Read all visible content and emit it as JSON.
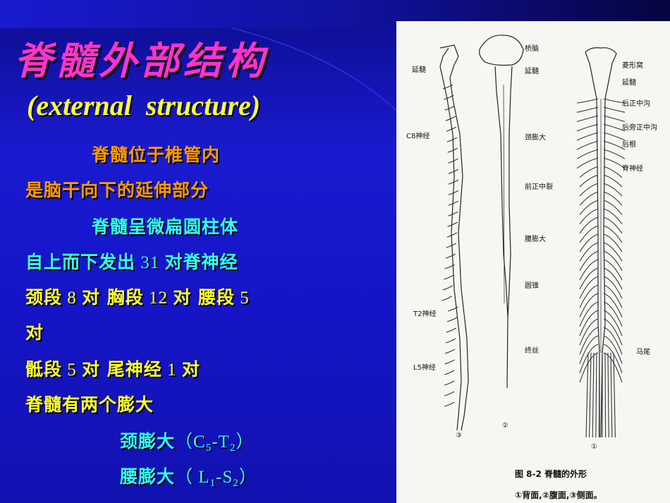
{
  "slide": {
    "title": "脊髓外部结构",
    "subtitle": "(external  structure)",
    "lines": {
      "l1": "脊髓位于椎管内",
      "l2": "是脑干向下的延伸部分",
      "l3": "脊髓呈微扁圆柱体",
      "l4a": "自上而下发出",
      "l4b": " 31 ",
      "l4c": "对脊神经",
      "l5a": "颈段",
      "l5b": " 8 ",
      "l5c": "对  胸段",
      "l5d": " 12 ",
      "l5e": "对  腰段",
      "l5f": " 5",
      "l5g": "对",
      "l6a": "骶段",
      "l6b": " 5 ",
      "l6c": "对  尾神经",
      "l6d": " 1 ",
      "l6e": "对",
      "l7": "脊髓有两个膨大",
      "l8a": "颈膨大",
      "l8b": "（C",
      "l8c": "5",
      "l8d": "-T",
      "l8e": "2",
      "l8f": "）",
      "l9a": "腰膨大",
      "l9b": "（ L",
      "l9c": "1",
      "l9d": "-S",
      "l9e": "2",
      "l9f": "）"
    }
  },
  "figure": {
    "labels": {
      "yansui_left": "延髓",
      "c8": "C8神经",
      "t2": "T2神经",
      "l5": "L5神经",
      "qiaonao": "桥脑",
      "yansui_mid": "延髓",
      "jingpengda": "颈膨大",
      "qianzhengzhongliе": "前正中裂",
      "yaopengda": "腰膨大",
      "yuanzhui": "圆锥",
      "zhongsi": "终丝",
      "lingxingwo": "菱形窝",
      "yansui_right": "延髓",
      "houzhengzhonggou": "后正中沟",
      "houpangzhengzhonggou": "后旁正中沟",
      "hougen": "后根",
      "jishenjing": "脊神经",
      "mawei": "马尾",
      "num3": "③",
      "num2": "②",
      "num1": "①"
    },
    "caption_title": "图 8-2   脊髓的外形",
    "caption_sub": "①背面,②腹面,③侧面。"
  }
}
